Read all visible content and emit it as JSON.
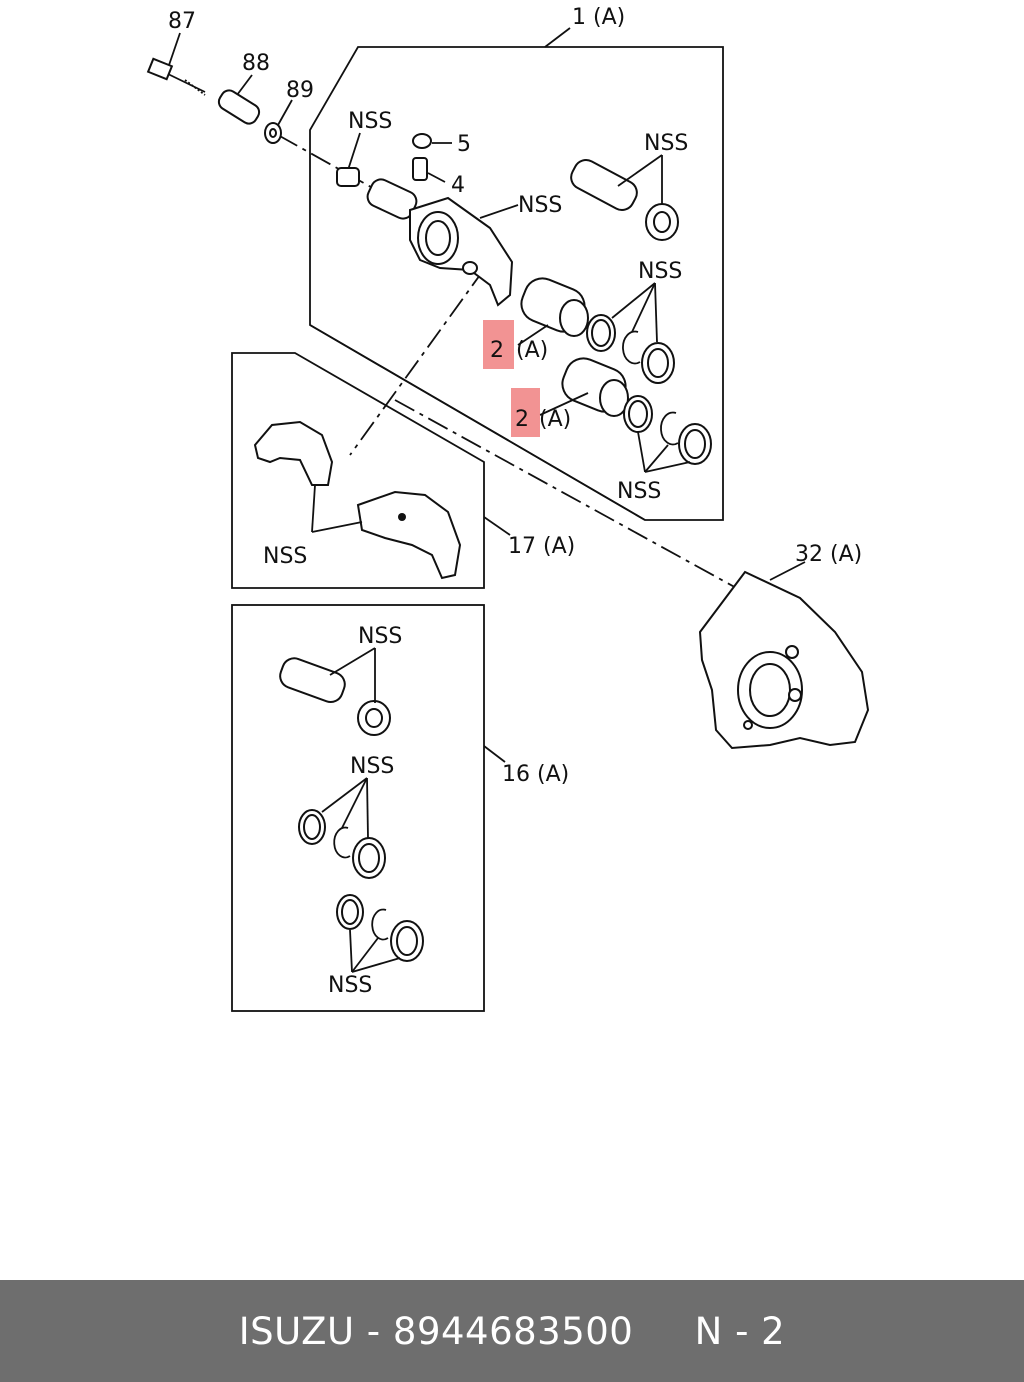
{
  "labels": {
    "p87": "87",
    "p88": "88",
    "p89": "89",
    "p1": "1 (A)",
    "p5": "5",
    "p4": "4",
    "p2a_num": "2",
    "p2a_suf": "(A)",
    "p2b_num": "2",
    "p2b_suf": "(A)",
    "p17": "17 (A)",
    "p16": "16 (A)",
    "p32": "32 (A)",
    "nss": "NSS"
  },
  "footer": {
    "brand": "ISUZU",
    "separator": " - ",
    "part_number": "8944683500",
    "gap": "     ",
    "page": "N - 2"
  },
  "colors": {
    "highlight": "#f08080",
    "footer_bg": "#6e6e6e"
  }
}
